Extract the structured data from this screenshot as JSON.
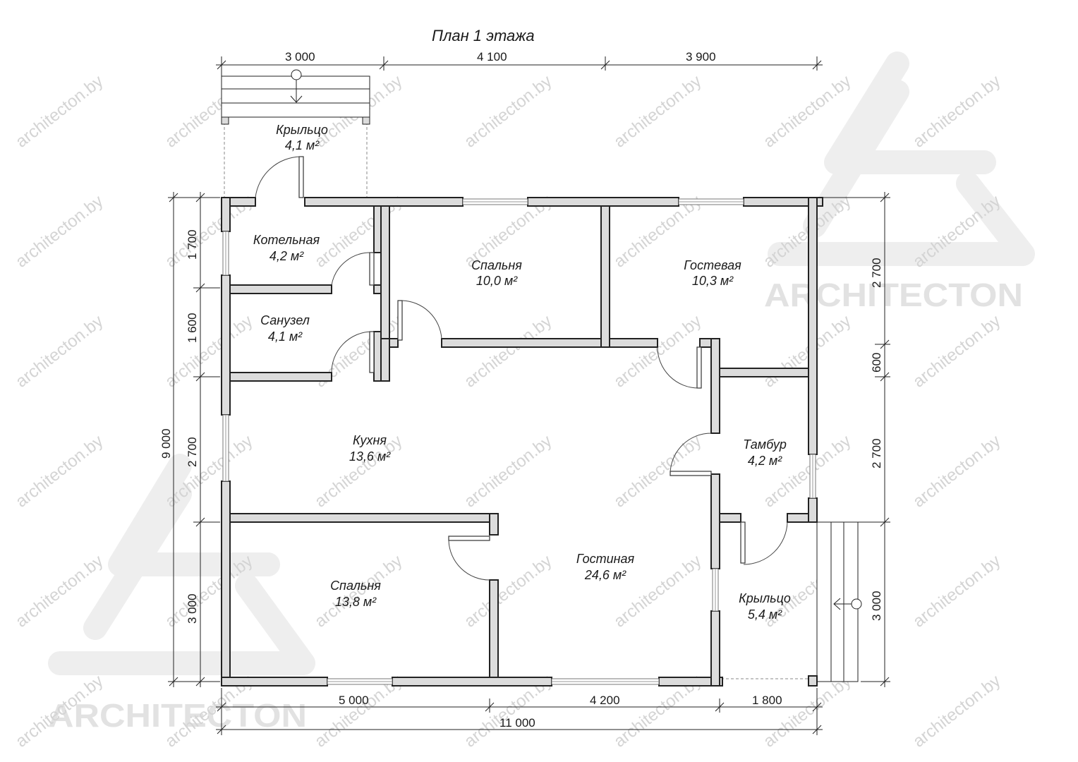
{
  "title": "План 1 этажа",
  "rooms": [
    {
      "name": "Крыльцо",
      "area": "4,1 м²"
    },
    {
      "name": "Котельная",
      "area": "4,2 м²"
    },
    {
      "name": "Санузел",
      "area": "4,1 м²"
    },
    {
      "name": "Спальня",
      "area": "10,0 м²"
    },
    {
      "name": "Гостевая",
      "area": "10,3 м²"
    },
    {
      "name": "Кухня",
      "area": "13,6 м²"
    },
    {
      "name": "Тамбур",
      "area": "4,2 м²"
    },
    {
      "name": "Гостиная",
      "area": "24,6 м²"
    },
    {
      "name": "Спальня",
      "area": "13,8 м²"
    },
    {
      "name": "Крыльцо",
      "area": "5,4 м²"
    }
  ],
  "dimensions": {
    "top": [
      "3 000",
      "4 100",
      "3 900"
    ],
    "bottom": [
      "5 000",
      "4 200",
      "1 800"
    ],
    "bottom_total": "11 000",
    "left": [
      "1 700",
      "1 600",
      "2 700",
      "3 000"
    ],
    "left_total": "9 000",
    "right": [
      "2 700",
      "600",
      "2 700",
      "3 000"
    ]
  },
  "watermark": {
    "url": "architecton.by",
    "brand": "ARCHITECTON"
  }
}
